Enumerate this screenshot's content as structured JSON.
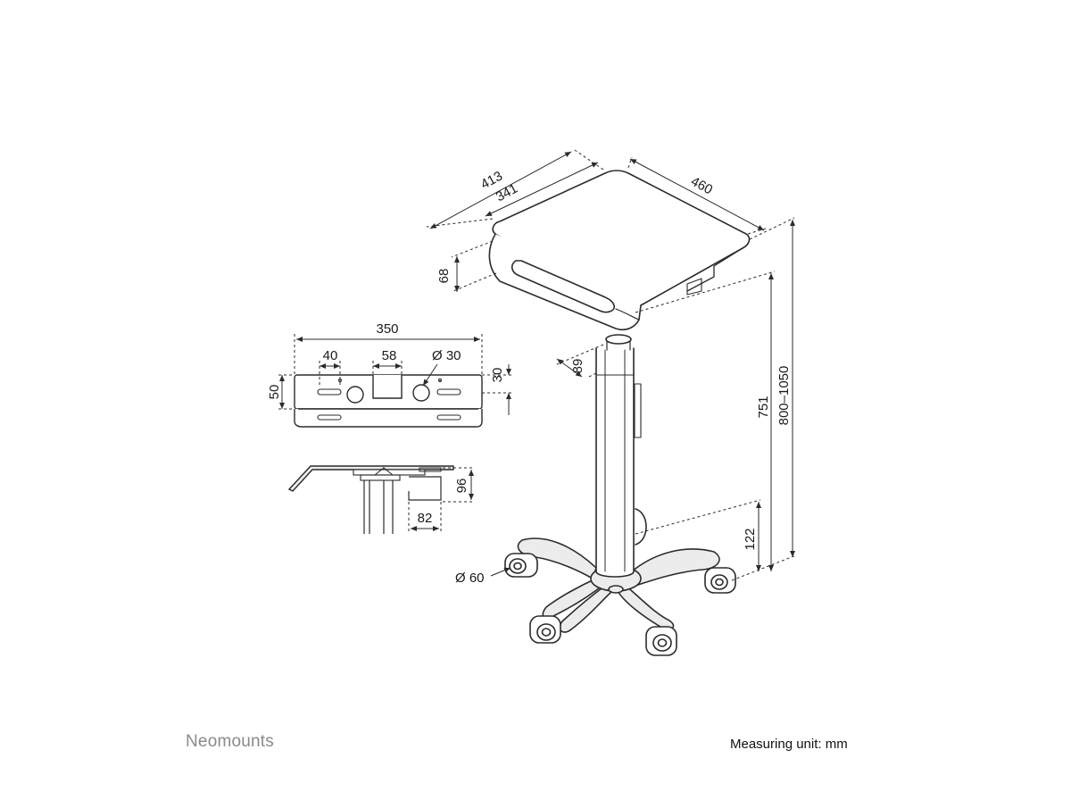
{
  "brand": {
    "name": "Neomounts"
  },
  "footer": {
    "measuring_unit": "Measuring unit: mm"
  },
  "colors": {
    "line": "#2b2b2b",
    "fill_light": "#ececec",
    "fill_mid": "#d9d9d9",
    "background": "#ffffff",
    "brand_text": "#8a8a8a"
  },
  "dimensions": {
    "tray_depth_outer": "413",
    "tray_depth_inner": "341",
    "tray_width": "460",
    "tray_lip_height": "68",
    "column_offset": "89",
    "height_fixed": "751",
    "height_range": "800–1050",
    "base_height": "122",
    "caster_diameter": "Ø 60",
    "bracket_width": "350",
    "bracket_height": "50",
    "slot_spacing_a": "40",
    "slot_spacing_b": "58",
    "hole_diameter": "Ø 30",
    "slot_offset": "30",
    "side_depth": "96",
    "side_width": "82"
  }
}
